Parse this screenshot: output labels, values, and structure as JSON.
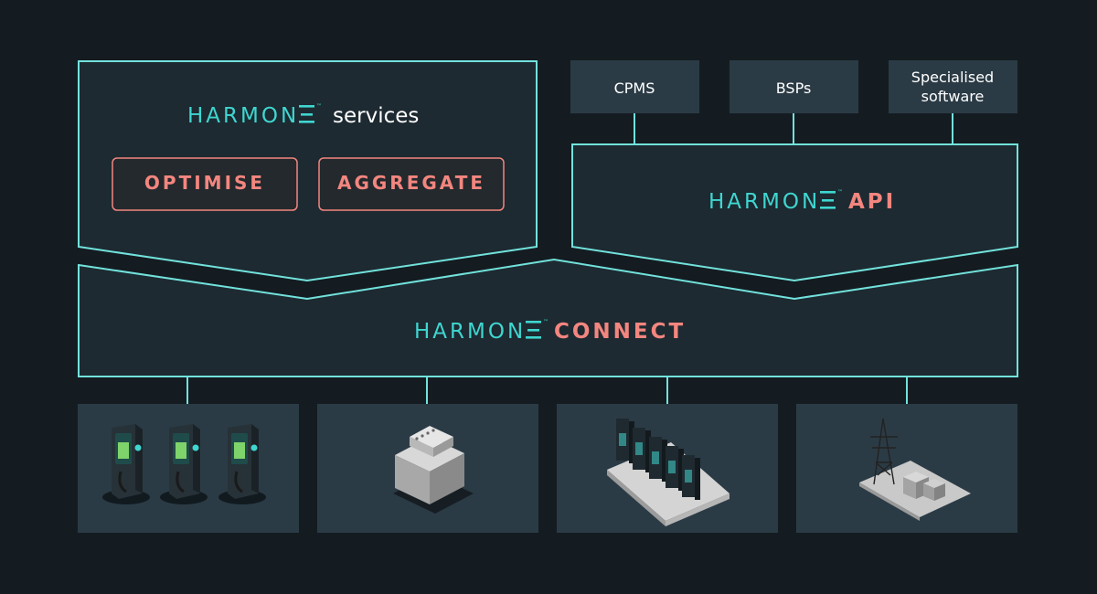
{
  "colors": {
    "background": "#141c21",
    "panel_fill": "#1d2a31",
    "outline_teal": "#72e2dc",
    "brand_teal": "#3fd6d0",
    "accent_coral": "#f3867f",
    "device_tile": "#2b3b45"
  },
  "services": {
    "brand": "HARMON",
    "tm": "™",
    "label": "services",
    "buttons": [
      "OPTIMISE",
      "AGGREGATE"
    ]
  },
  "api": {
    "brand": "HARMON",
    "tm": "™",
    "label": "API",
    "clients": [
      [
        "CPMS"
      ],
      [
        "BSPs"
      ],
      [
        "Specialised",
        "software"
      ]
    ]
  },
  "connect": {
    "brand": "HARMON",
    "tm": "™",
    "label": "CONNECT"
  },
  "devices": [
    "ev-chargers-icon",
    "energy-meter-icon",
    "battery-storage-icon",
    "substation-icon"
  ]
}
